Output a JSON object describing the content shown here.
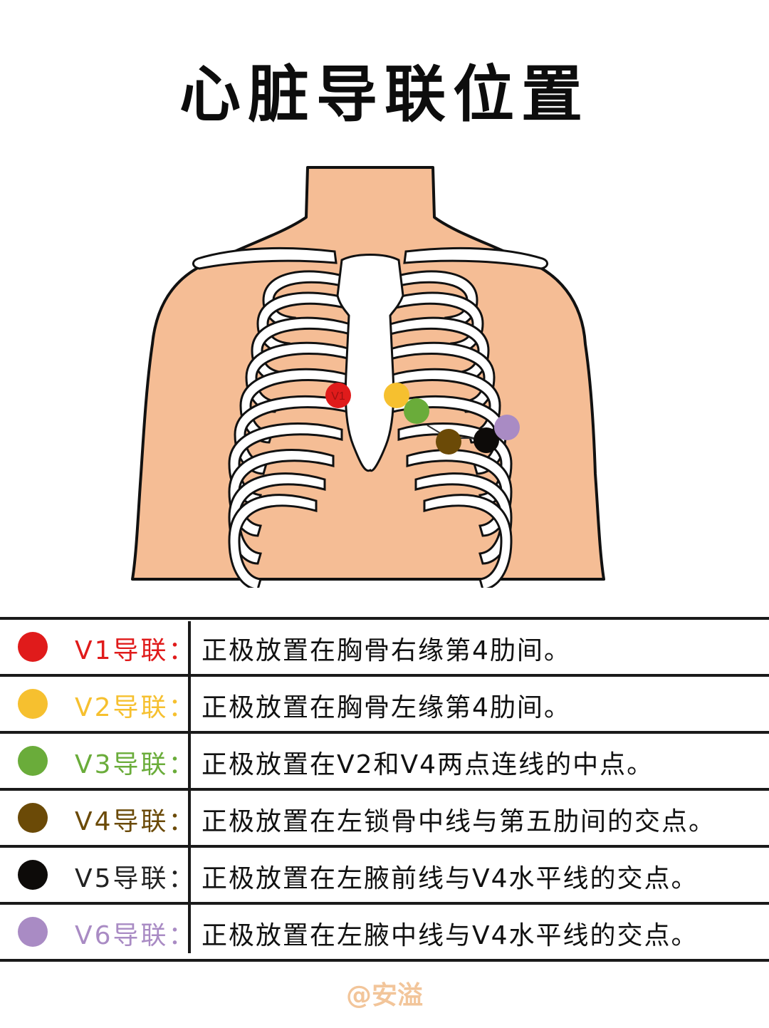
{
  "title": "心脏导联位置",
  "figure": {
    "skin_color": "#f5bd95",
    "bone_color": "#ffffff",
    "outline_color": "#111111",
    "markers": [
      {
        "lead": "V1",
        "label": "V1",
        "color": "#e01b1b"
      },
      {
        "lead": "V2",
        "label": "",
        "color": "#f6c02f"
      },
      {
        "lead": "V3",
        "label": "",
        "color": "#6aac3a"
      },
      {
        "lead": "V4",
        "label": "",
        "color": "#6b4a07"
      },
      {
        "lead": "V5",
        "label": "",
        "color": "#0d0b09"
      },
      {
        "lead": "V6",
        "label": "",
        "color": "#a98bc4"
      }
    ]
  },
  "legend": [
    {
      "lead": "V1导联：",
      "color": "#e01b1b",
      "desc": "正极放置在胸骨右缘第4肋间。"
    },
    {
      "lead": "V2导联：",
      "color": "#f6c02f",
      "desc": "正极放置在胸骨左缘第4肋间。"
    },
    {
      "lead": "V3导联：",
      "color": "#6aac3a",
      "desc": "正极放置在V2和V4两点连线的中点。"
    },
    {
      "lead": "V4导联：",
      "color": "#6b4a07",
      "desc": "正极放置在左锁骨中线与第五肋间的交点。"
    },
    {
      "lead": "V5导联：",
      "color": "#0d0b09",
      "desc": "正极放置在左腋前线与V4水平线的交点。"
    },
    {
      "lead": "V6导联：",
      "color": "#a98bc4",
      "desc": "正极放置在左腋中线与V4水平线的交点。"
    }
  ],
  "watermark": "@安溢"
}
